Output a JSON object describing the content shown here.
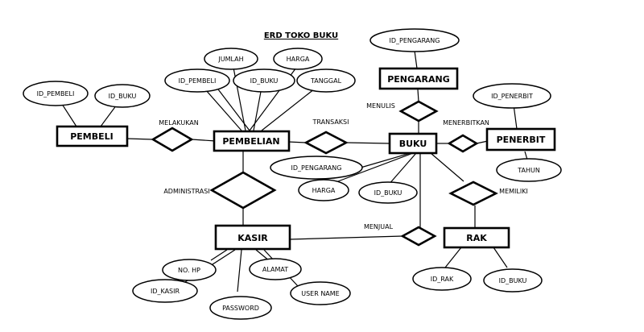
{
  "title": "ERD TOKO BUKU",
  "entities": {
    "pembeli": "PEMBELI",
    "pembelian": "PEMBELIAN",
    "buku": "BUKU",
    "pengarang": "PENGARANG",
    "penerbit": "PENERBIT",
    "kasir": "KASIR",
    "rak": "RAK"
  },
  "relationships": {
    "melakukan": "MELAKUKAN",
    "transaksi": "TRANSAKSI",
    "menulis": "MENULIS",
    "menerbitkan": "MENERBITKAN",
    "administrasi": "ADMINISTRASI",
    "menjual": "MENJUAL",
    "memiliki": "MEMILIKI"
  },
  "attributes": {
    "pembeli_id_pembeli": "ID_PEMBELI",
    "pembeli_id_buku": "ID_BUKU",
    "pembelian_jumlah": "JUMLAH",
    "pembelian_harga": "HARGA",
    "pembelian_id_pembeli": "ID_PEMBELI",
    "pembelian_id_buku": "ID_BUKU",
    "pembelian_tanggal": "TANGGAL",
    "pengarang_id_pengarang": "ID_PENGARANG",
    "penerbit_id_penerbit": "ID_PENERBIT",
    "penerbit_tahun": "TAHUN",
    "buku_id_pengarang": "ID_PENGARANG",
    "buku_harga": "HARGA",
    "buku_id_buku": "ID_BUKU",
    "kasir_no_hp": "NO. HP",
    "kasir_alamat": "ALAMAT",
    "kasir_id_kasir": "ID_KASIR",
    "kasir_user_name": "USER NAME",
    "kasir_password": "PASSWORD",
    "rak_id_rak": "ID_RAK",
    "rak_id_buku": "ID_BUKU"
  }
}
